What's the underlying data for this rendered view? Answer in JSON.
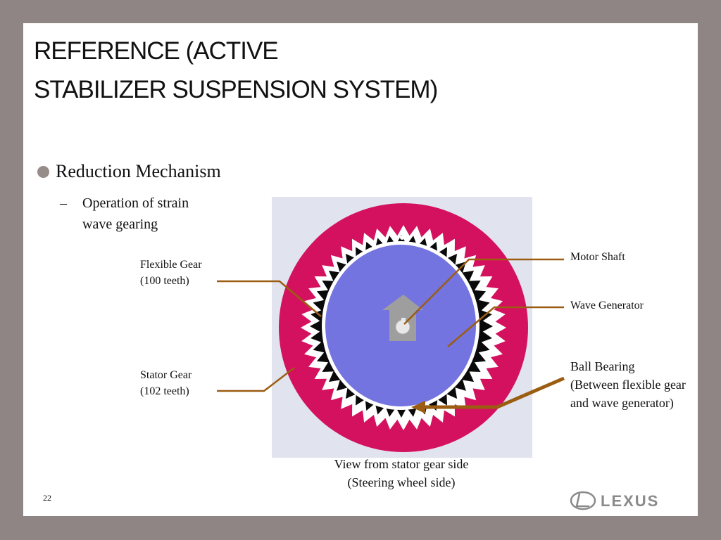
{
  "slide": {
    "title_line1": "REFERENCE (ACTIVE",
    "title_line2": "STABILIZER SUSPENSION SYSTEM)",
    "bullet": "Reduction Mechanism",
    "sub_dash": "–",
    "sub_line1": "Operation of strain",
    "sub_line2": "wave gearing",
    "page_number": "22",
    "logo_text": "LEXUS"
  },
  "labels": {
    "flexible_gear_1": "Flexible Gear",
    "flexible_gear_2": "(100 teeth)",
    "stator_gear_1": "Stator Gear",
    "stator_gear_2": "(102 teeth)",
    "motor_shaft": "Motor Shaft",
    "wave_generator": "Wave Generator",
    "ball_bearing_1": "Ball Bearing",
    "ball_bearing_2": "(Between flexible gear",
    "ball_bearing_3": "and wave generator)"
  },
  "caption": {
    "line1": "View from stator gear side",
    "line2": "(Steering wheel side)"
  },
  "colors": {
    "background": "#8f8584",
    "stator": "#d4115e",
    "wave_generator": "#7474e0",
    "panel": "#e1e3ee",
    "leader": "#9a5d12"
  }
}
